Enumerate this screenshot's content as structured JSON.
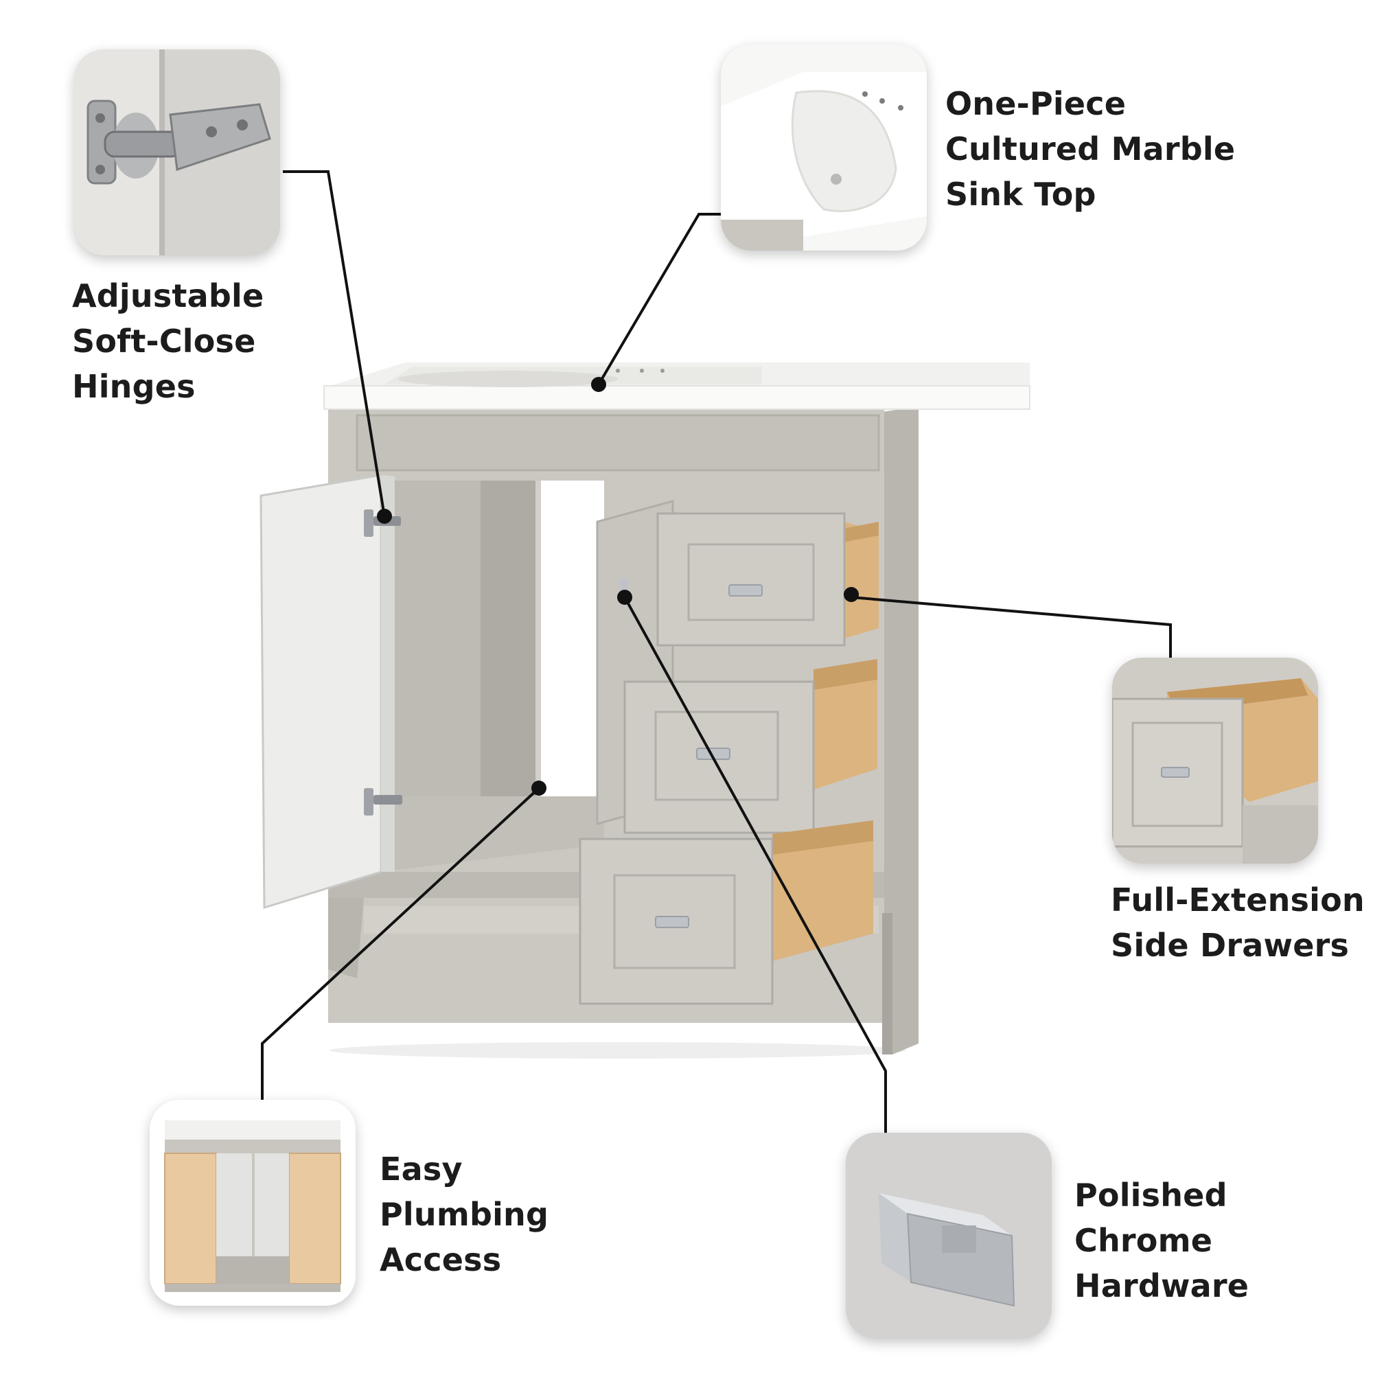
{
  "features": {
    "hinges": {
      "lines": [
        "Adjustable",
        "Soft-Close",
        "Hinges"
      ],
      "icon": "hinge-icon"
    },
    "sink": {
      "lines": [
        "One-Piece",
        "Cultured Marble",
        "Sink Top"
      ],
      "icon": "sink-icon"
    },
    "drawers": {
      "lines": [
        "Full-Extension",
        "Side Drawers"
      ],
      "icon": "drawer-icon"
    },
    "plumbing": {
      "lines": [
        "Easy",
        "Plumbing",
        "Access"
      ],
      "icon": "cabinet-back-icon"
    },
    "hardware": {
      "lines": [
        "Polished",
        "Chrome",
        "Hardware"
      ],
      "icon": "chrome-pull-icon"
    }
  },
  "colors": {
    "cabinet": "#c9c6c0",
    "cabinet_dark": "#b3b0aa",
    "countertop": "#f7f7f5",
    "wood": "#dcb47f",
    "chrome": "#bfc3c8",
    "leader_line": "#111111"
  }
}
